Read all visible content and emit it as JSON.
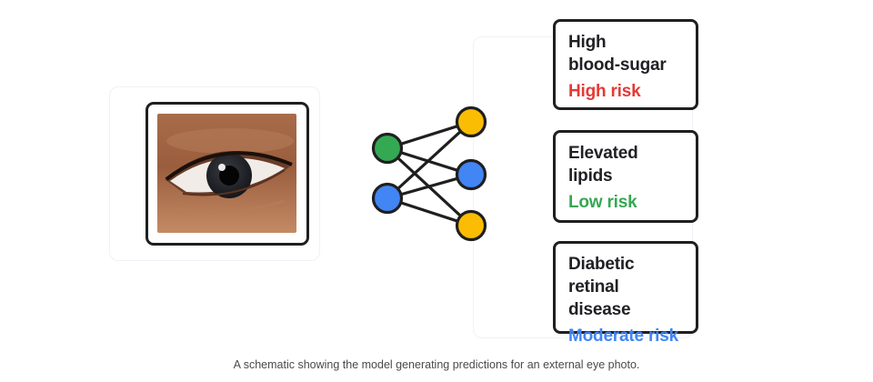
{
  "cards": [
    {
      "title_line1": "High",
      "title_line2": "blood-sugar",
      "risk": "High risk",
      "risk_color": "#e53935"
    },
    {
      "title_line1": "Elevated",
      "title_line2": "lipids",
      "risk": "Low risk",
      "risk_color": "#34a853"
    },
    {
      "title_line1": "Diabetic",
      "title_line2": "retinal disease",
      "risk": "Moderate risk",
      "risk_color": "#4285f4"
    }
  ],
  "network": {
    "input_colors": [
      "#34a853",
      "#4285f4"
    ],
    "output_color": "#fbbc04"
  },
  "caption": "A schematic showing the model generating predictions for an external eye photo."
}
